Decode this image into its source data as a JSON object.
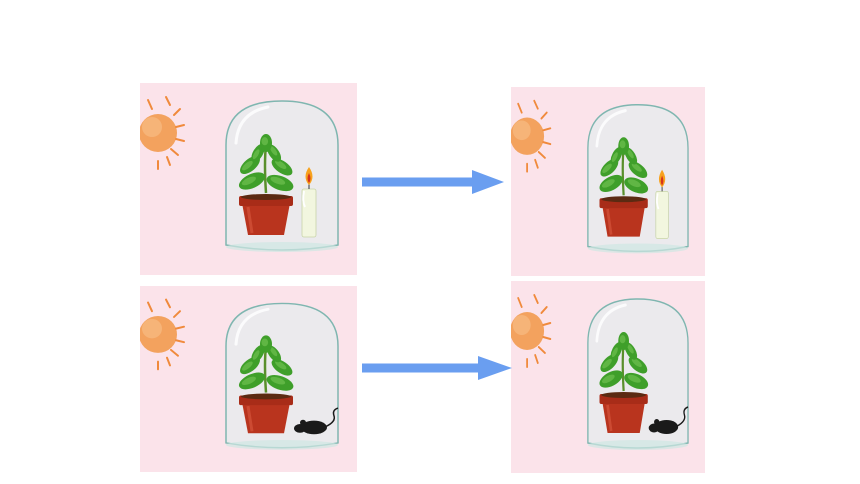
{
  "diagram": {
    "panels": [
      {
        "id": "top-left",
        "row": "top",
        "column": "before",
        "companion": "candle",
        "candle_flame": "lit"
      },
      {
        "id": "top-right",
        "row": "top",
        "column": "after",
        "companion": "candle",
        "candle_flame": "lit"
      },
      {
        "id": "bottom-left",
        "row": "bottom",
        "column": "before",
        "companion": "mouse"
      },
      {
        "id": "bottom-right",
        "row": "bottom",
        "column": "after",
        "companion": "mouse"
      }
    ],
    "arrows": [
      {
        "from": "top-left",
        "to": "top-right",
        "direction": "right"
      },
      {
        "from": "bottom-left",
        "to": "bottom-right",
        "direction": "right"
      }
    ],
    "colors": {
      "panel_background": "#fbe3ea",
      "arrow": "#6a9ef0",
      "sun": "#f3a25e",
      "sun_rays": "#f08a3c",
      "pot": "#b9341e",
      "leaves": "#3f9f2a",
      "bell_jar_outline": "#7fb6b0",
      "candle": "#f2f6df",
      "flame": "#f7a21d",
      "mouse": "#1a1a1a"
    },
    "icons": [
      "sun-icon",
      "bell-jar-icon",
      "potted-plant-icon",
      "candle-icon",
      "mouse-icon",
      "arrow-right-icon"
    ]
  }
}
